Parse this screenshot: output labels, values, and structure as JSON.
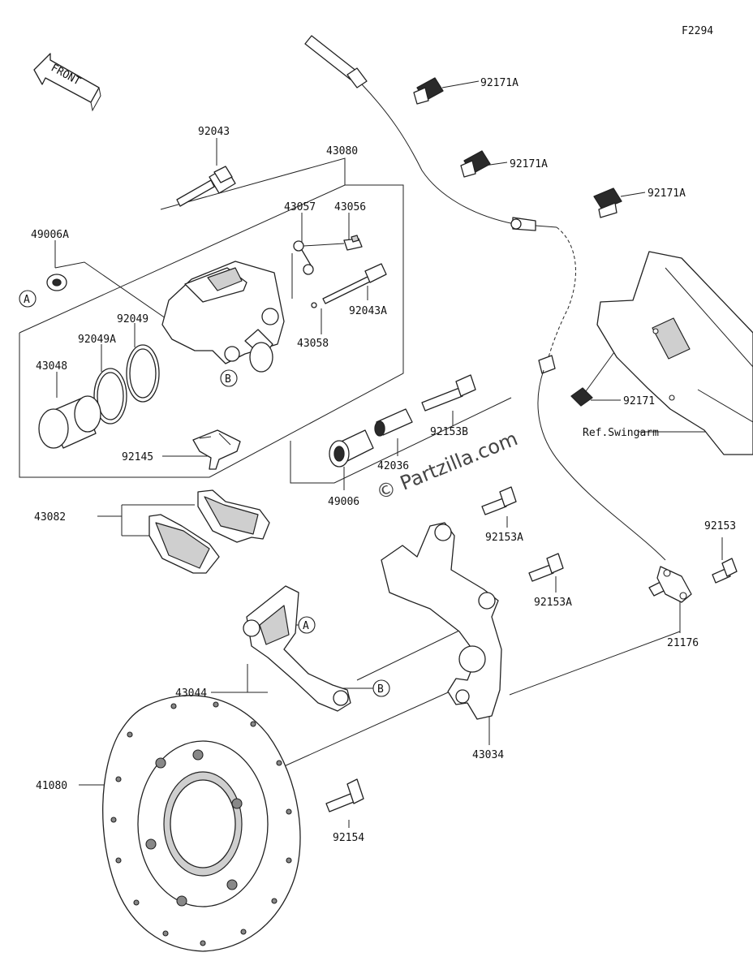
{
  "figure_code": "F2294",
  "front_badge": "FRONT",
  "watermark": "© Partzilla.com",
  "ref_note": "Ref.Swingarm",
  "callouts": {
    "a": "A",
    "b": "B"
  },
  "parts": [
    {
      "id": "92043"
    },
    {
      "id": "43080"
    },
    {
      "id": "43057"
    },
    {
      "id": "43056"
    },
    {
      "id": "49006A"
    },
    {
      "id": "92043A"
    },
    {
      "id": "43058"
    },
    {
      "id": "92049"
    },
    {
      "id": "92049A"
    },
    {
      "id": "43048"
    },
    {
      "id": "92145"
    },
    {
      "id": "92153B"
    },
    {
      "id": "42036"
    },
    {
      "id": "49006"
    },
    {
      "id": "92171A"
    },
    {
      "id": "92171"
    },
    {
      "id": "43082"
    },
    {
      "id": "92153A"
    },
    {
      "id": "43044"
    },
    {
      "id": "92153"
    },
    {
      "id": "21176"
    },
    {
      "id": "43034"
    },
    {
      "id": "41080"
    },
    {
      "id": "92154"
    }
  ],
  "labels": [
    {
      "part": "92043",
      "text": "92043"
    },
    {
      "part": "43080",
      "text": "43080"
    },
    {
      "part": "43057",
      "text": "43057"
    },
    {
      "part": "43056",
      "text": "43056"
    },
    {
      "part": "49006A",
      "text": "49006A"
    },
    {
      "part": "92043A",
      "text": "92043A"
    },
    {
      "part": "43058",
      "text": "43058"
    },
    {
      "part": "92049",
      "text": "92049"
    },
    {
      "part": "92049A",
      "text": "92049A"
    },
    {
      "part": "43048",
      "text": "43048"
    },
    {
      "part": "92145",
      "text": "92145"
    },
    {
      "part": "92153B",
      "text": "92153B"
    },
    {
      "part": "42036",
      "text": "42036"
    },
    {
      "part": "49006",
      "text": "49006"
    },
    {
      "part": "92171A",
      "text": "92171A"
    },
    {
      "part": "92171A",
      "text": "92171A"
    },
    {
      "part": "92171A",
      "text": "92171A"
    },
    {
      "part": "92171",
      "text": "92171"
    },
    {
      "part": "43082",
      "text": "43082"
    },
    {
      "part": "92153A",
      "text": "92153A"
    },
    {
      "part": "92153A",
      "text": "92153A"
    },
    {
      "part": "43044",
      "text": "43044"
    },
    {
      "part": "92153",
      "text": "92153"
    },
    {
      "part": "21176",
      "text": "21176"
    },
    {
      "part": "43034",
      "text": "43034"
    },
    {
      "part": "41080",
      "text": "41080"
    },
    {
      "part": "92154",
      "text": "92154"
    }
  ]
}
